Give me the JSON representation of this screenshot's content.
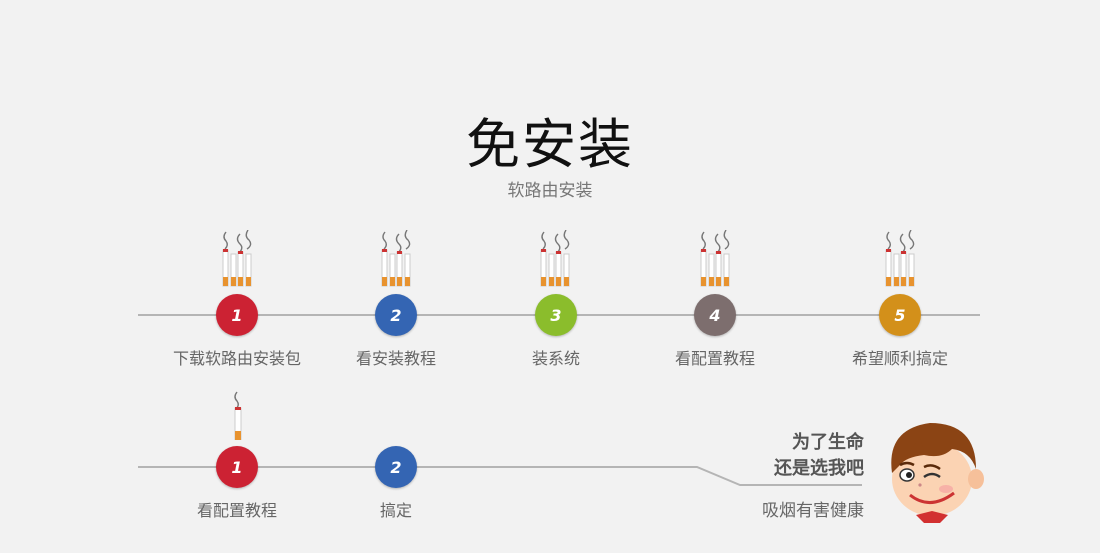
{
  "header": {
    "title": "免安装",
    "subtitle": "软路由安装"
  },
  "row1": {
    "steps": [
      {
        "num": "1",
        "label": "下载软路由安装包",
        "color": "#cc2233"
      },
      {
        "num": "2",
        "label": "看安装教程",
        "color": "#3465b3"
      },
      {
        "num": "3",
        "label": "装系统",
        "color": "#8bbd2c"
      },
      {
        "num": "4",
        "label": "看配置教程",
        "color": "#7d6e6e"
      },
      {
        "num": "5",
        "label": "希望顺利搞定",
        "color": "#d3901a"
      }
    ]
  },
  "row2": {
    "steps": [
      {
        "num": "1",
        "label": "看配置教程",
        "color": "#cc2233"
      },
      {
        "num": "2",
        "label": "搞定",
        "color": "#3465b3"
      }
    ]
  },
  "slogan": {
    "line1": "为了生命",
    "line2": "还是选我吧",
    "line3": "吸烟有害健康"
  },
  "icons": {
    "cigarette": "cigarette-icon",
    "face": "winking-boy-icon"
  }
}
